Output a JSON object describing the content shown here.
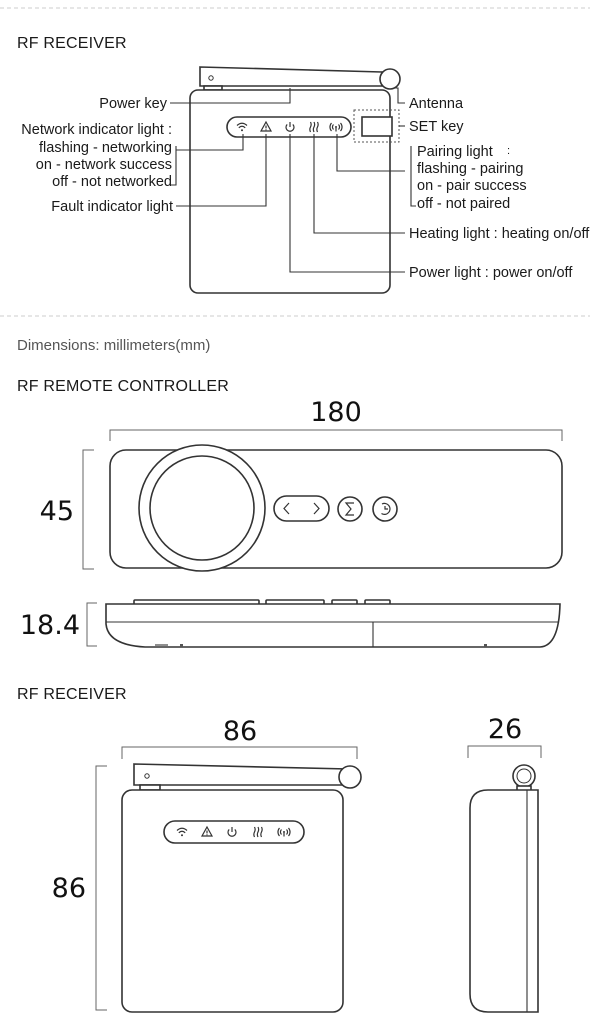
{
  "section1": {
    "title": "RF RECEIVER",
    "labels": {
      "power_key": "Power key",
      "network_light": "Network indicator light :",
      "network_flashing": "flashing - networking",
      "network_on": "on - network success",
      "network_off": "off - not networked",
      "fault_light": "Fault indicator light",
      "antenna": "Antenna",
      "set_key": "SET key",
      "pairing_light": "Pairing light",
      "pairing_colon": ":",
      "pairing_flashing": "flashing - pairing",
      "pairing_on": "on - pair success",
      "pairing_off": "off - not paired",
      "heating_light": "Heating light : heating on/off",
      "power_light": "Power light : power on/off"
    }
  },
  "dimensions_note": "Dimensions: millimeters(mm)",
  "section2": {
    "title": "RF REMOTE CONTROLLER",
    "length": "180",
    "height": "45",
    "thickness": "18.4"
  },
  "section3": {
    "title": "RF RECEIVER",
    "width": "86",
    "height": "86",
    "depth": "26"
  },
  "icons": [
    "wifi-icon",
    "warning-icon",
    "power-icon",
    "heat-icon",
    "signal-icon"
  ]
}
